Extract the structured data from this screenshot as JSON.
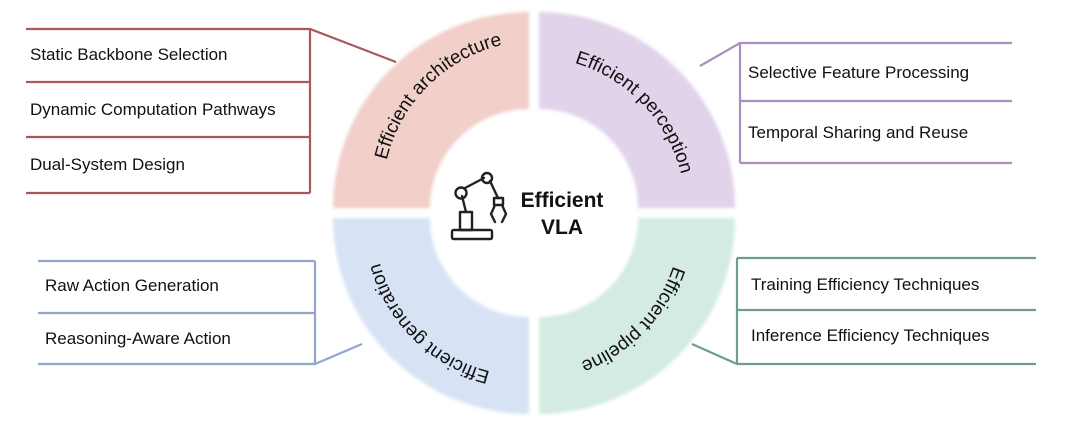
{
  "center": {
    "line1": "Efficient",
    "line2": "VLA",
    "icon": "robot-arm-icon"
  },
  "quadrants": {
    "architecture": {
      "label": "Efficient architecture",
      "fill": "#f2cfc9",
      "line": "#a8575a",
      "items": [
        "Static Backbone Selection",
        "Dynamic Computation Pathways",
        "Dual-System Design"
      ]
    },
    "perception": {
      "label": "Efficient perception",
      "fill": "#e1d3ea",
      "line": "#a98fc2",
      "items": [
        "Selective Feature Processing",
        "Temporal Sharing and Reuse"
      ]
    },
    "generation": {
      "label": "Efficient generation",
      "fill": "#d7e3f5",
      "line": "#90a6cd",
      "items": [
        "Raw Action Generation",
        "Reasoning-Aware Action"
      ]
    },
    "pipeline": {
      "label": "Efficient pipeline",
      "fill": "#d3ebe4",
      "line": "#6d9e89",
      "items": [
        "Training Efficiency Techniques",
        "Inference Efficiency Techniques"
      ]
    }
  }
}
